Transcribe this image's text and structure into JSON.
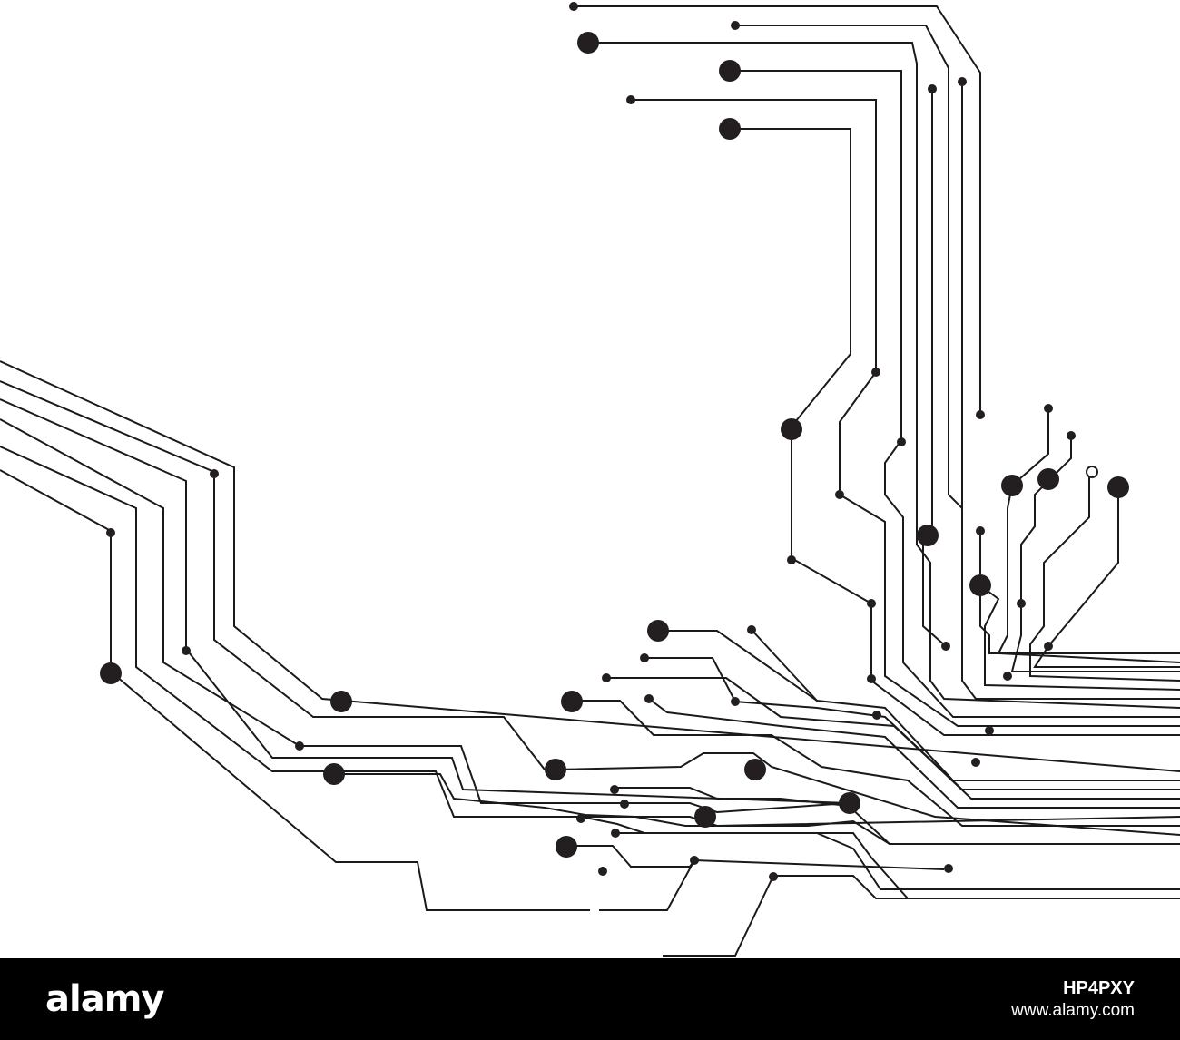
{
  "colors": {
    "background": "#ffffff",
    "trace": "#1a1a1a",
    "node": "#231f20",
    "footer_bg": "#000000",
    "footer_text": "#ffffff"
  },
  "artwork": {
    "subject": "circuit-board-traces",
    "icon": "circuit-traces-icon"
  },
  "footer": {
    "logo": "alamy",
    "image_id": "HP4PXY",
    "site": "www.alamy.com"
  }
}
